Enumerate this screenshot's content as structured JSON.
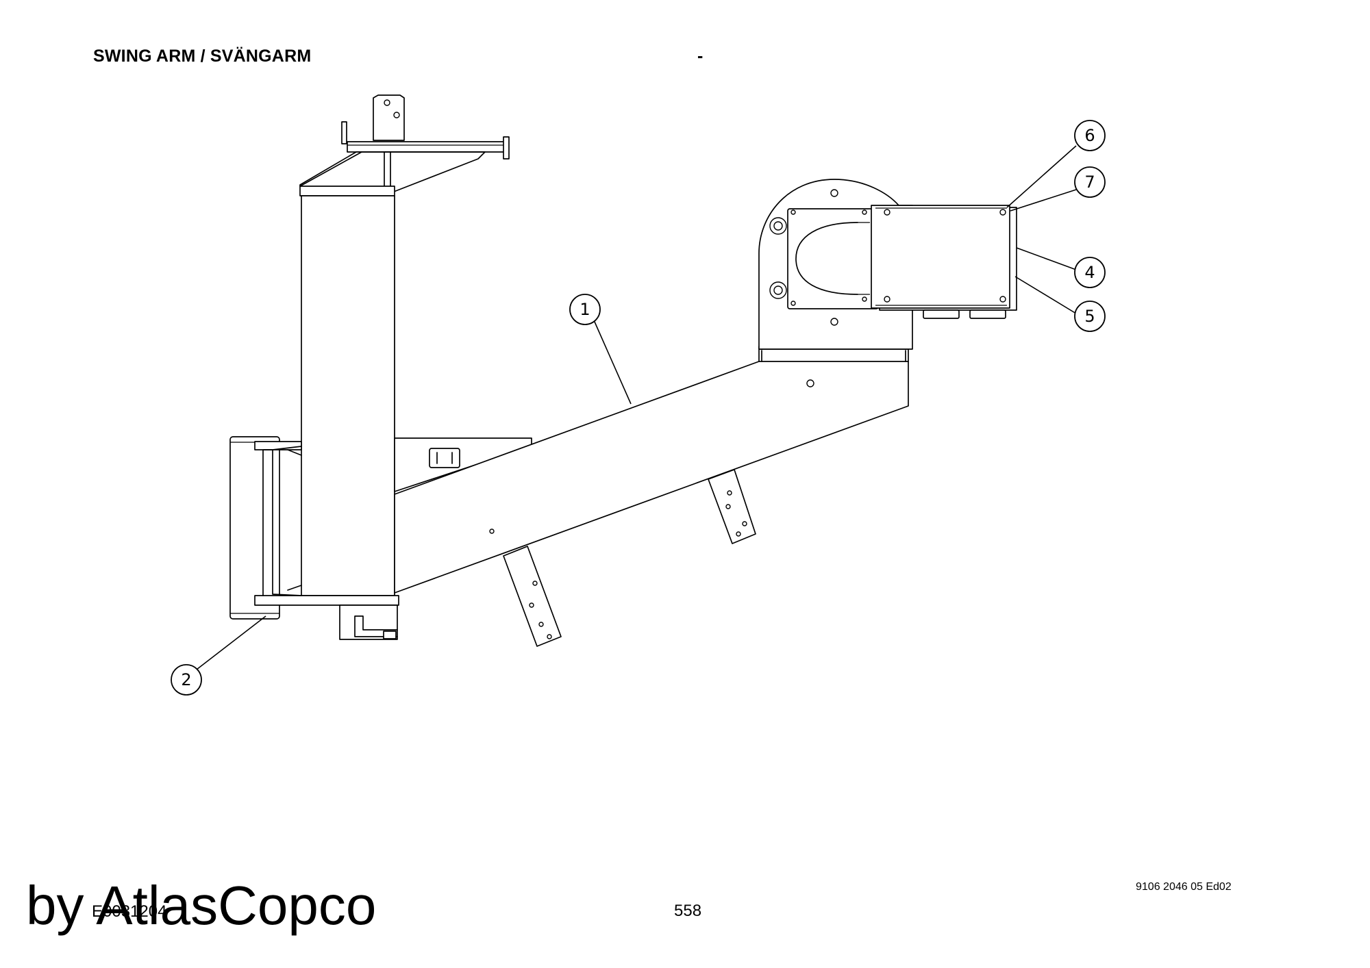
{
  "header": {
    "title": "SWING ARM / SVÄNGARM",
    "dash": "-"
  },
  "footer": {
    "doc_number": "9106 2046 05 Ed02",
    "page_number": "558",
    "figure_id": "E0031204",
    "watermark": "by AtlasCopco"
  },
  "callouts": [
    "1",
    "2",
    "4",
    "5",
    "6",
    "7"
  ]
}
